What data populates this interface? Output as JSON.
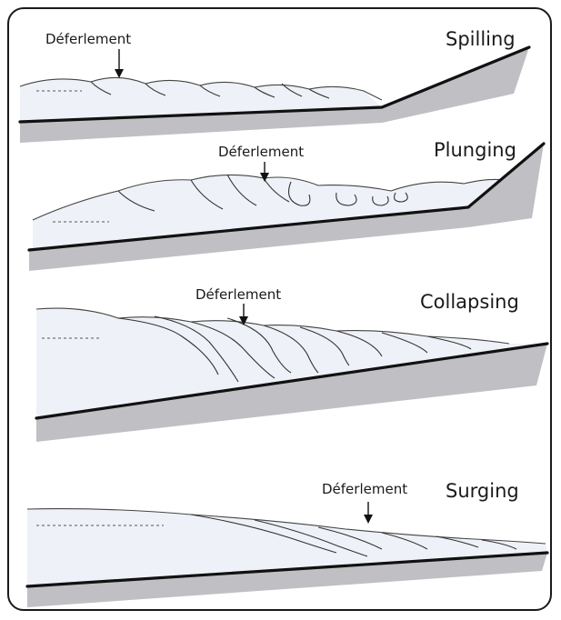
{
  "panels": [
    {
      "title": "Spilling",
      "annotation": "Déferlement"
    },
    {
      "title": "Plunging",
      "annotation": "Déferlement"
    },
    {
      "title": "Collapsing",
      "annotation": "Déferlement"
    },
    {
      "title": "Surging",
      "annotation": "Déferlement"
    }
  ],
  "colors": {
    "water": "#eef1f7",
    "seabed": "#bfbfc4",
    "line": "#111111"
  }
}
